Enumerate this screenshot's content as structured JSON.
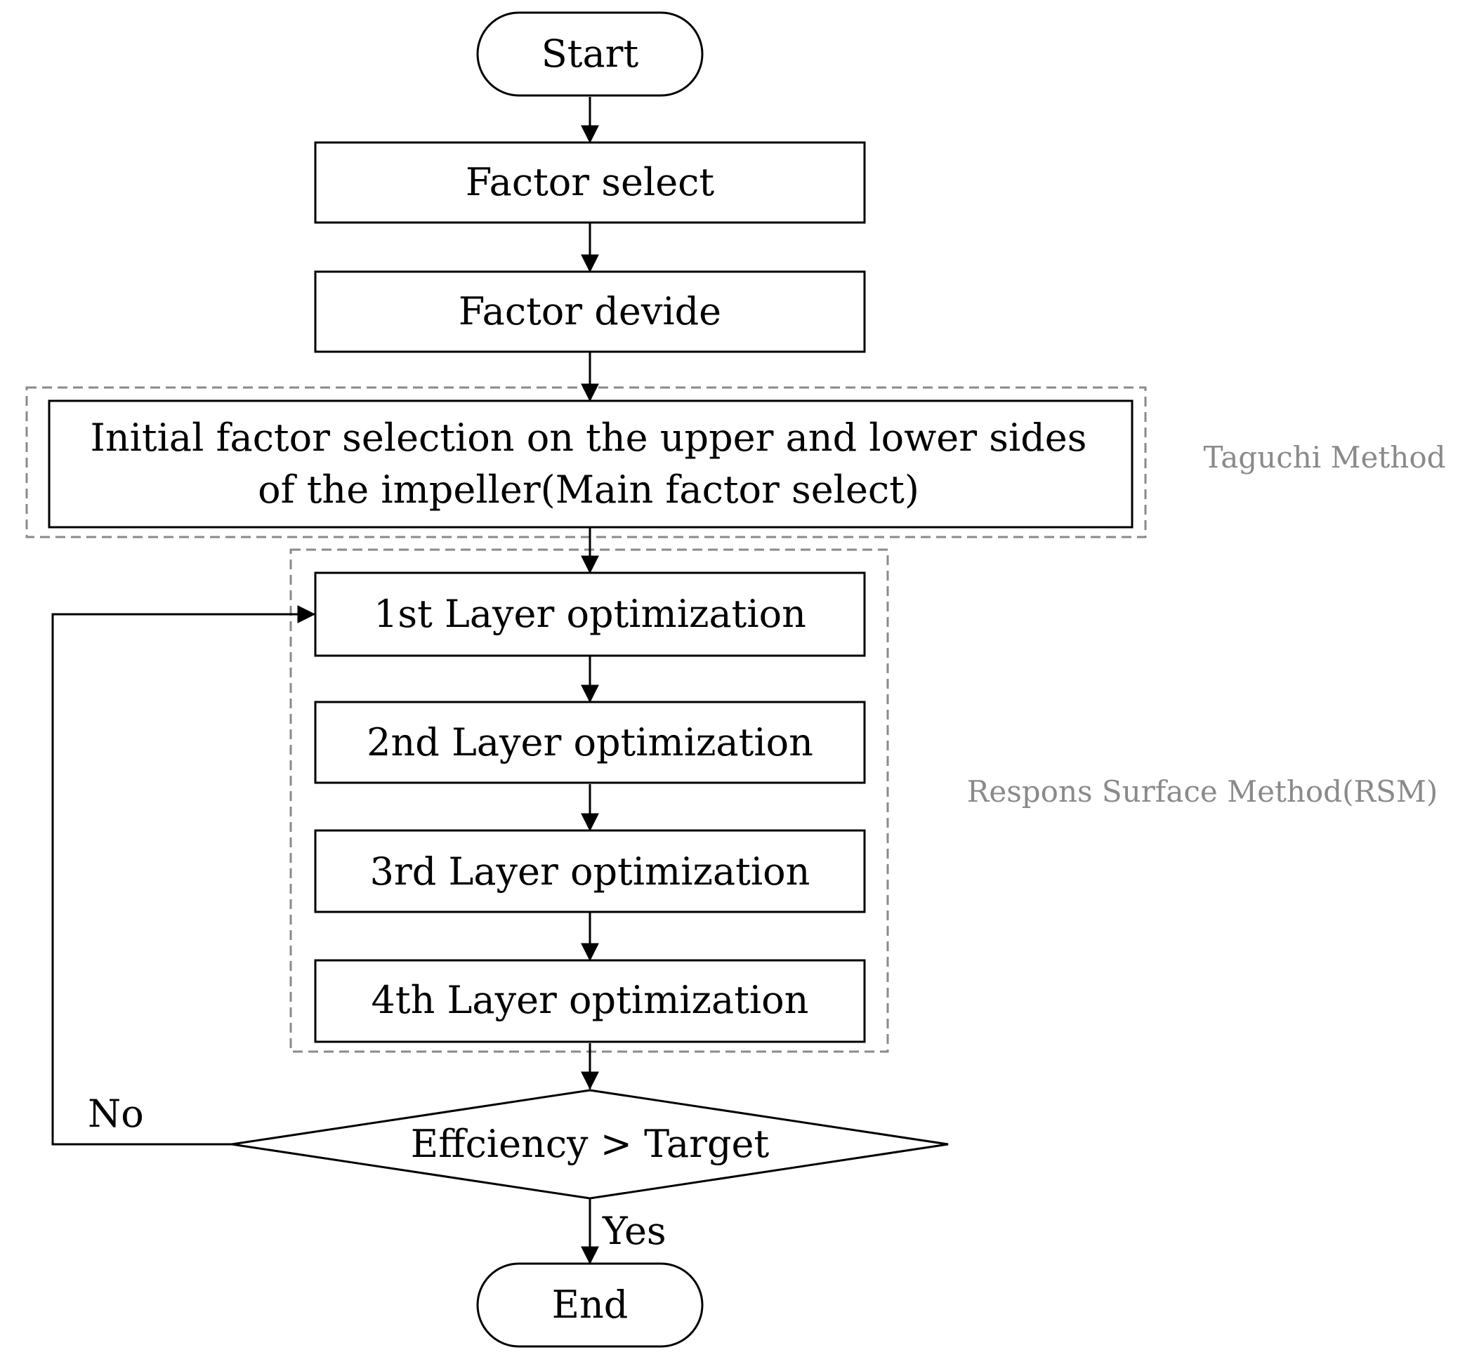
{
  "flowchart": {
    "nodes": {
      "start": "Start",
      "factor_select": "Factor select",
      "factor_devide": "Factor devide",
      "initial_selection_line1": "Initial factor selection on the upper and lower sides",
      "initial_selection_line2": "of the impeller(Main factor select)",
      "layer1": "1st Layer optimization",
      "layer2": "2nd Layer optimization",
      "layer3": "3rd Layer optimization",
      "layer4": "4th Layer optimization",
      "decision": "Effciency > Target",
      "end": "End"
    },
    "edge_labels": {
      "no": "No",
      "yes": "Yes"
    },
    "groups": {
      "taguchi": "Taguchi Method",
      "rsm": "Respons Surface Method(RSM)"
    }
  },
  "colors": {
    "stroke": "#000000",
    "group_border": "#8a8a8a",
    "group_label": "#8a8a8a",
    "background": "#ffffff"
  }
}
